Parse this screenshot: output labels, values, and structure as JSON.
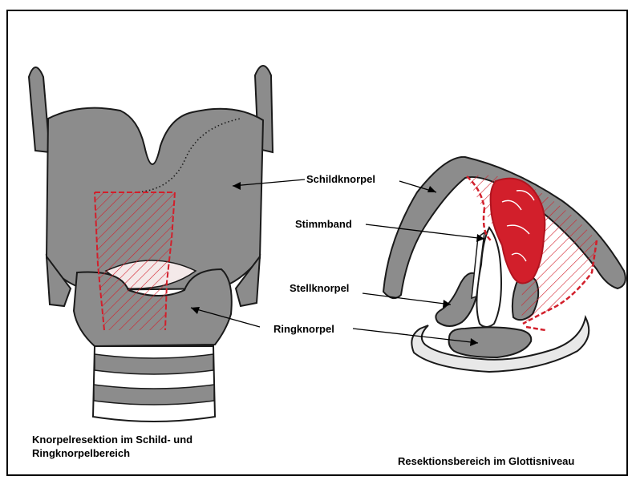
{
  "labels": {
    "schildknorpel": "Schildknorpel",
    "stimmband": "Stimmband",
    "stellknorpel": "Stellknorpel",
    "ringknorpel": "Ringknorpel"
  },
  "captions": {
    "left_line1": "Knorpelresektion im Schild- und",
    "left_line2": "Ringknorpelbereich",
    "right": "Resektionsbereich im Glottisniveau"
  },
  "colors": {
    "cartilage": "#8c8c8c",
    "cartilage_dark": "#6e6e6e",
    "outline": "#1a1a1a",
    "resection": "#d21f2b",
    "ring": "#e8e8e8"
  }
}
